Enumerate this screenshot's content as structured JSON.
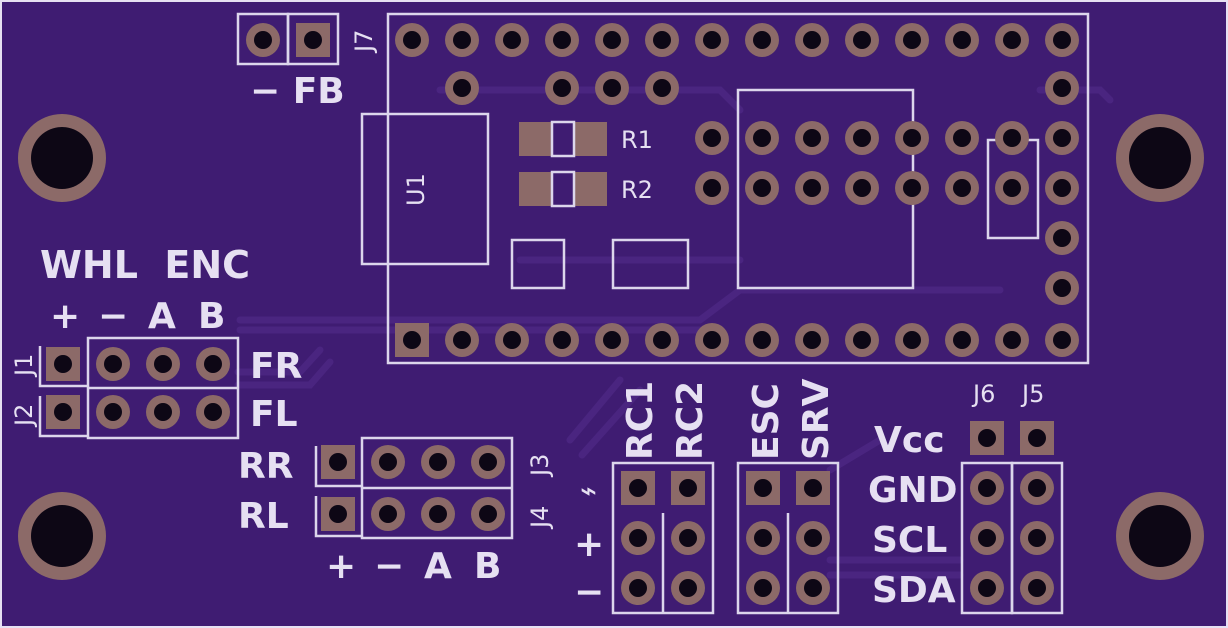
{
  "title_label": "WHL  ENC",
  "enc_cols": [
    "+",
    "−",
    "A",
    "B"
  ],
  "rear_cols": [
    "+",
    "−",
    "A",
    "B"
  ],
  "wheels": {
    "fr": "FR",
    "fl": "FL",
    "rr": "RR",
    "rl": "RL"
  },
  "fb_label": "− FB",
  "refs": {
    "j1": "J1",
    "j2": "J2",
    "j3": "J3",
    "j4": "J4",
    "j5": "J5",
    "j6": "J6",
    "j7": "J7",
    "u1": "U1",
    "r1": "R1",
    "r2": "R2"
  },
  "rc_labels": [
    "RC1",
    "RC2"
  ],
  "esc_labels": [
    "ESC",
    "SRV"
  ],
  "signal_rows": [
    "⌁",
    "+",
    "−"
  ],
  "i2c_labels": [
    "Vcc",
    "GND",
    "SCL",
    "SDA"
  ],
  "colors": {
    "board": "#3f1c72",
    "trace": "#4a2580",
    "silk": "#dcd6ec",
    "pad": "#8c6a68"
  }
}
